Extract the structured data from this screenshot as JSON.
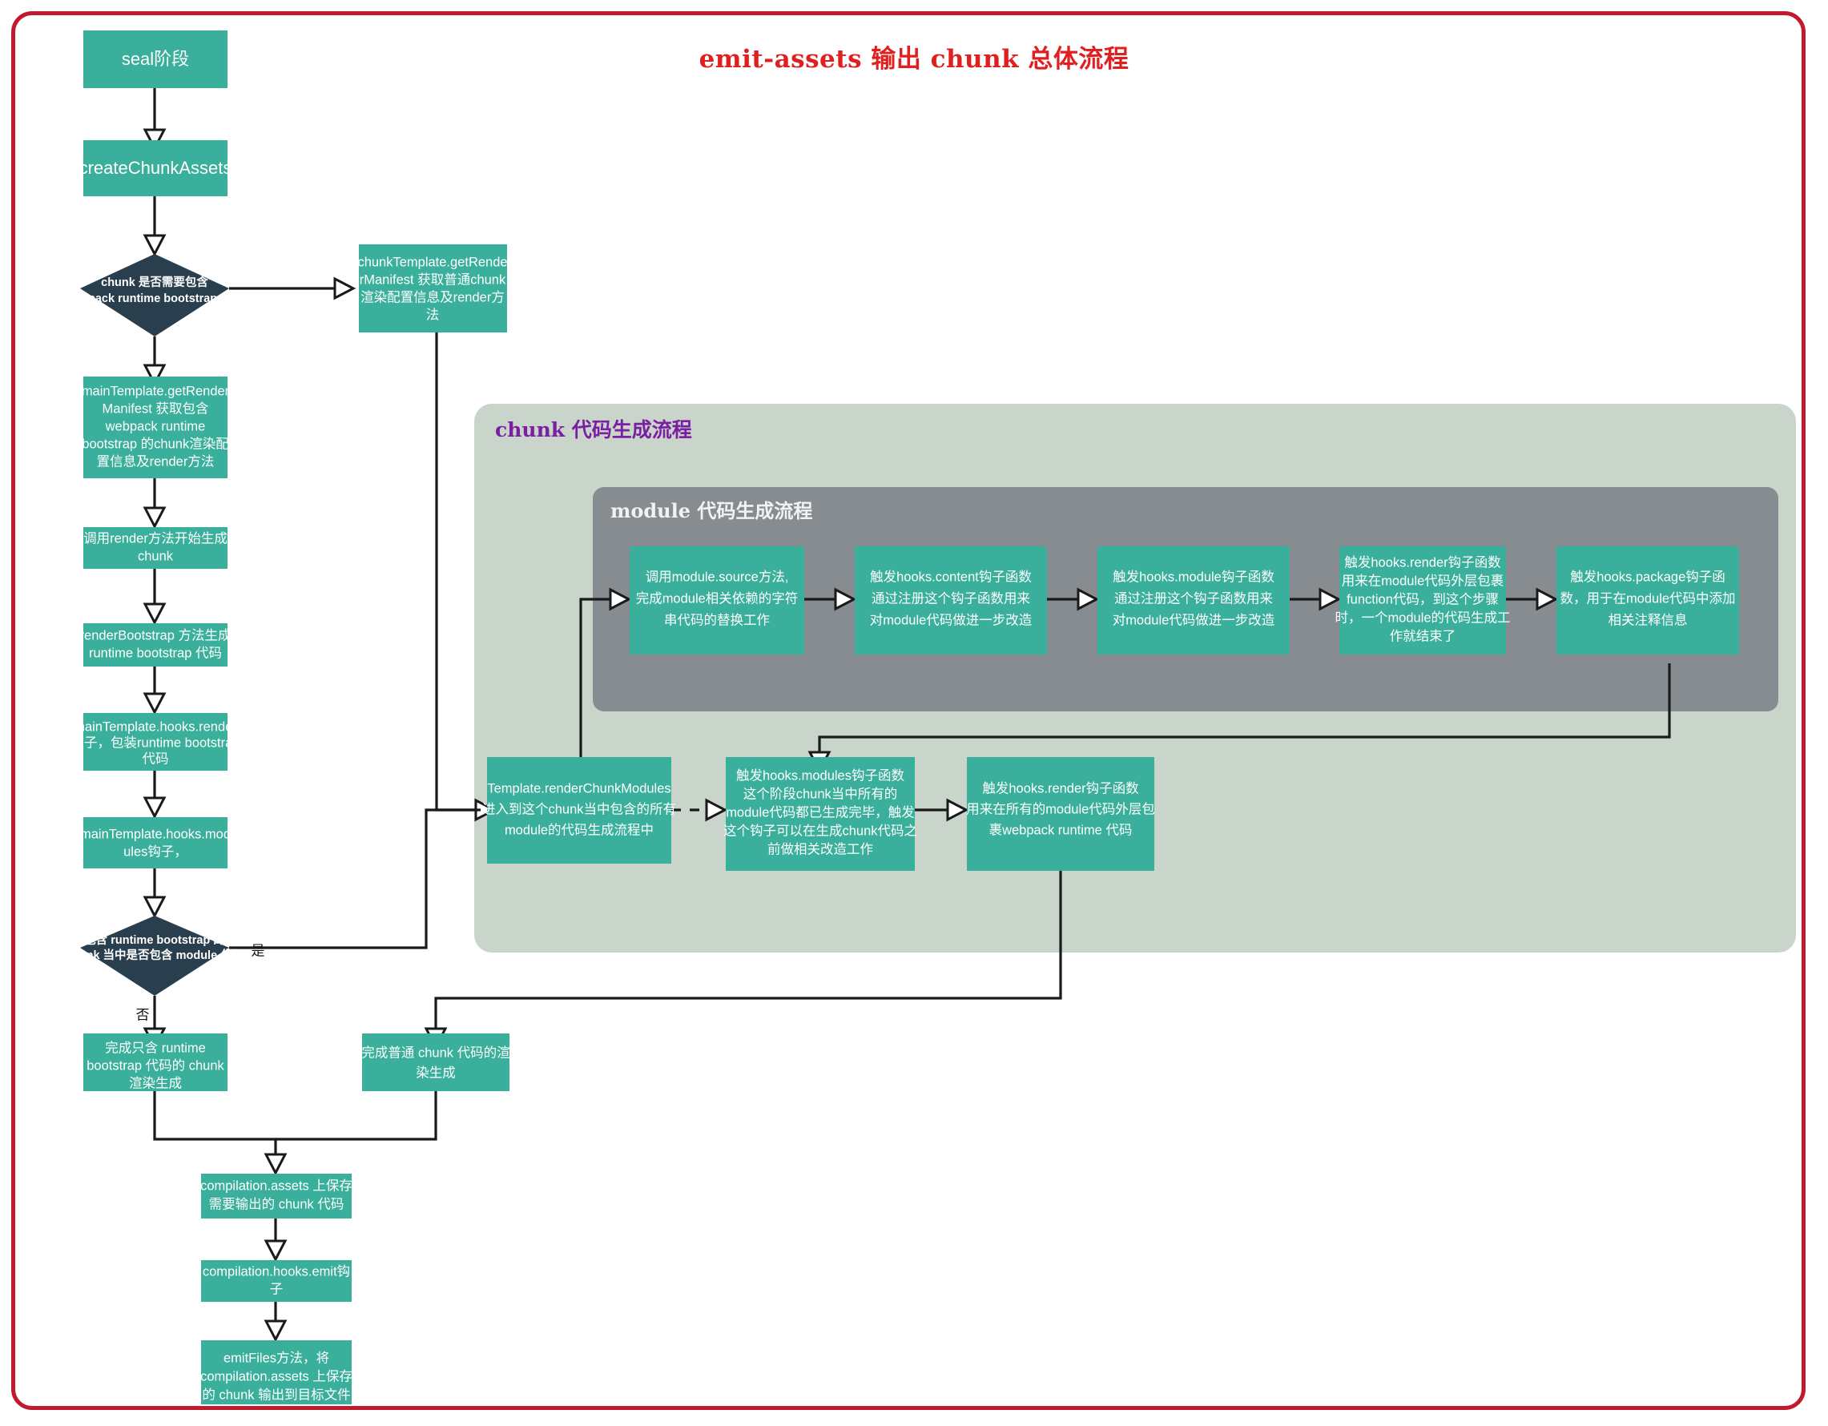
{
  "page": {
    "title": "emit-assets 输出 chunk 总体流程",
    "frame_color": "#c2192c",
    "title_color": "#e02020",
    "node_color": "#3aaf9b",
    "decision_color": "#2a3f4d",
    "subgraph_outer_color": "#c9d4cb",
    "subgraph_inner_color": "#878c91"
  },
  "diagram": {
    "type": "flowchart",
    "subgraphs": [
      {
        "id": "chunk_flow",
        "label": "chunk 代码生成流程",
        "label_color": "#7b1fa2"
      },
      {
        "id": "module_flow",
        "label": "module 代码生成流程",
        "label_color": "#f2f2f2"
      }
    ],
    "nodes": {
      "seal": {
        "shape": "rect",
        "lines": [
          "seal阶段"
        ]
      },
      "create_chunk_assets": {
        "shape": "rect",
        "lines": [
          "createChunkAssets"
        ]
      },
      "decide_runtime": {
        "shape": "diamond",
        "lines": [
          "chunk 是否需要包含",
          "webpack runtime bootstrap 代码"
        ]
      },
      "chunk_template_manifest": {
        "shape": "rect",
        "lines": [
          "chunkTemplate.getRende",
          "rManifest 获取普通chunk",
          "渲染配置信息及render方",
          "法"
        ]
      },
      "main_template_manifest": {
        "shape": "rect",
        "lines": [
          "mainTemplate.getRender",
          "Manifest 获取包含",
          "webpack runtime",
          "bootstrap 的chunk渲染配",
          "置信息及render方法"
        ]
      },
      "call_render": {
        "shape": "rect",
        "lines": [
          "调用render方法开始生成",
          "chunk"
        ]
      },
      "render_bootstrap": {
        "shape": "rect",
        "lines": [
          "renderBootstrap 方法生成",
          "runtime bootstrap 代码"
        ]
      },
      "main_hooks_render": {
        "shape": "rect",
        "lines": [
          "mainTemplate.hooks.render",
          "钩子，包装runtime bootstrap",
          "代码"
        ]
      },
      "main_hooks_modules": {
        "shape": "rect",
        "lines": [
          "mainTemplate.hooks.mod",
          "ules钩子，"
        ]
      },
      "decide_has_module": {
        "shape": "diamond",
        "lines": [
          "包含 runtime bootstrap 的",
          "chunk 当中是否包含 module 代码"
        ]
      },
      "module_source": {
        "shape": "rect",
        "lines": [
          "调用module.source方法,",
          "完成module相关依赖的字符",
          "串代码的替换工作"
        ]
      },
      "hooks_content": {
        "shape": "rect",
        "lines": [
          "触发hooks.content钩子函数",
          "通过注册这个钩子函数用来",
          "对module代码做进一步改造"
        ]
      },
      "hooks_module": {
        "shape": "rect",
        "lines": [
          "触发hooks.module钩子函数",
          "通过注册这个钩子函数用来",
          "对module代码做进一步改造"
        ]
      },
      "hooks_render_module": {
        "shape": "rect",
        "lines": [
          "触发hooks.render钩子函数",
          "用来在module代码外层包裹",
          "function代码，到这个步骤",
          "时，一个module的代码生成工",
          "作就结束了"
        ]
      },
      "hooks_package": {
        "shape": "rect",
        "lines": [
          "触发hooks.package钩子函",
          "数，用于在module代码中添加",
          "相关注释信息"
        ]
      },
      "render_chunk_modules": {
        "shape": "rect",
        "lines": [
          "Template.renderChunkModules",
          "进入到这个chunk当中包含的所有",
          "module的代码生成流程中"
        ]
      },
      "hooks_modules": {
        "shape": "rect",
        "lines": [
          "触发hooks.modules钩子函数",
          "这个阶段chunk当中所有的",
          "module代码都已生成完毕，触发",
          "这个钩子可以在生成chunk代码之",
          "前做相关改造工作"
        ]
      },
      "hooks_render_chunk": {
        "shape": "rect",
        "lines": [
          "触发hooks.render钩子函数",
          "用来在所有的module代码外层包",
          "裹webpack runtime 代码"
        ]
      },
      "done_runtime_only": {
        "shape": "rect",
        "lines": [
          "完成只含 runtime",
          "bootstrap 代码的 chunk",
          "渲染生成"
        ]
      },
      "done_normal_chunk": {
        "shape": "rect",
        "lines": [
          "完成普通 chunk 代码的渲",
          "染生成"
        ]
      },
      "compilation_assets": {
        "shape": "rect",
        "lines": [
          "compilation.assets 上保存",
          "需要输出的 chunk 代码"
        ]
      },
      "compilation_hooks_emit": {
        "shape": "rect",
        "lines": [
          "compilation.hooks.emit钩",
          "子"
        ]
      },
      "emit_files": {
        "shape": "rect",
        "lines": [
          "emitFiles方法，将",
          "compilation.assets 上保存",
          "的 chunk 输出到目标文件"
        ]
      }
    },
    "edge_labels": {
      "yes": "是",
      "no": "否"
    }
  }
}
